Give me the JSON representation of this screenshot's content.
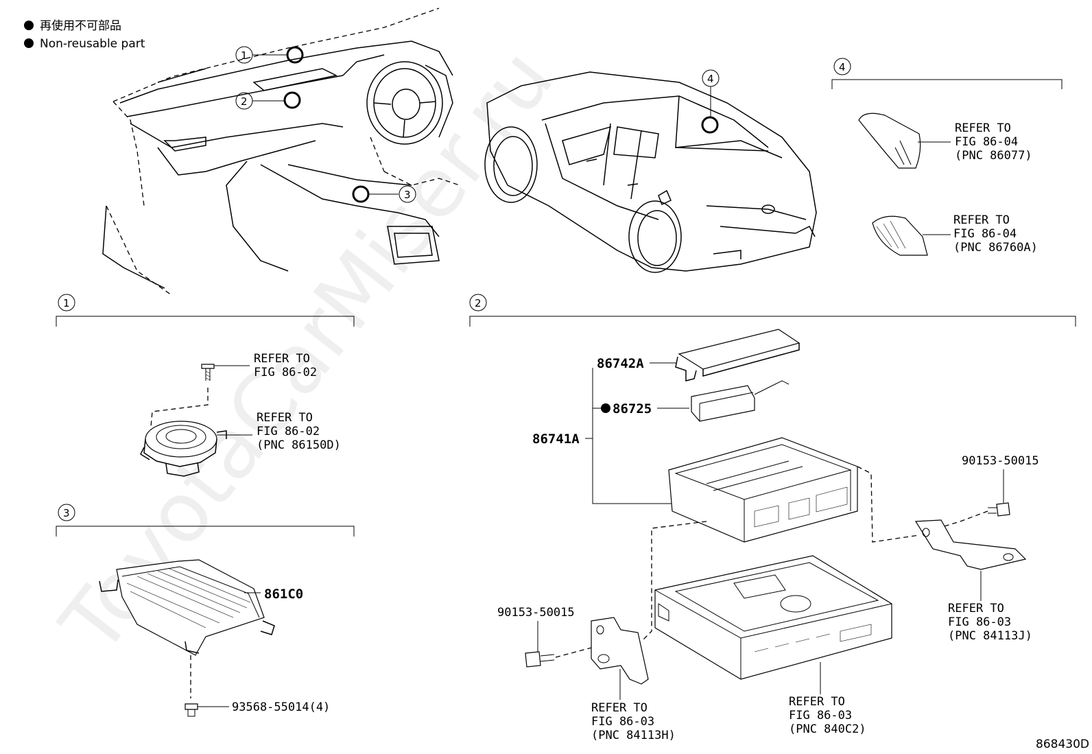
{
  "legend": {
    "jp": "再使用不可部品",
    "en": "Non-reusable part"
  },
  "watermark": "ToyotaCarMiser.ru",
  "callouts": [
    "1",
    "2",
    "3",
    "4"
  ],
  "section1": {
    "ref_a_line1": "REFER TO",
    "ref_a_line2": "FIG 86-02",
    "ref_b_line1": "REFER TO",
    "ref_b_line2": "FIG 86-02",
    "ref_b_line3": "(PNC 86150D)"
  },
  "section2": {
    "p86742A": "86742A",
    "p86725": "86725",
    "p86741A": "86741A",
    "bolt_right": "90153-50015",
    "bolt_left": "90153-50015",
    "ref_right_1": "REFER TO",
    "ref_right_2": "FIG 86-03",
    "ref_right_3": "(PNC 84113J)",
    "ref_left_1": "REFER TO",
    "ref_left_2": "FIG 86-03",
    "ref_left_3": "(PNC 84113H)",
    "ref_mid_1": "REFER TO",
    "ref_mid_2": "FIG 86-03",
    "ref_mid_3": "(PNC 840C2)"
  },
  "section3": {
    "p861C0": "861C0",
    "screw": "93568-55014(4)"
  },
  "section4": {
    "ref_a_1": "REFER TO",
    "ref_a_2": "FIG 86-04",
    "ref_a_3": "(PNC 86077)",
    "ref_b_1": "REFER TO",
    "ref_b_2": "FIG 86-04",
    "ref_b_3": "(PNC 86760A)"
  },
  "figure_id": "868430D"
}
